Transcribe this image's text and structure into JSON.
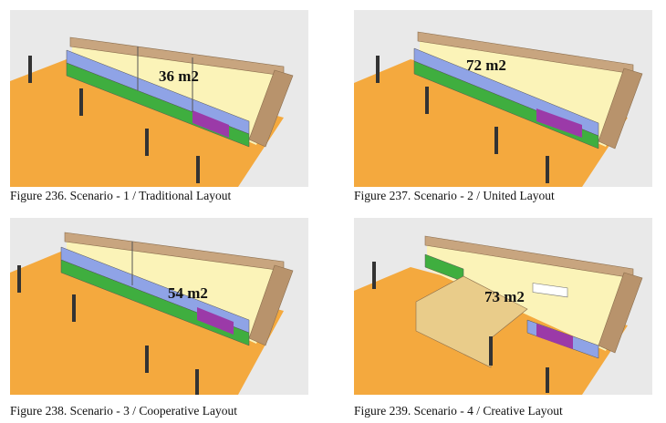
{
  "figures": [
    {
      "caption": "Figure 236. Scenario - 1 / Traditional Layout",
      "area": "36 m2"
    },
    {
      "caption": "Figure 237. Scenario - 2 /  United Layout",
      "area": "72 m2"
    },
    {
      "caption": "Figure 238. Scenario - 3 / Cooperative Layout",
      "area": "54 m2"
    },
    {
      "caption": "Figure 239. Scenario - 4 / Creative Layout",
      "area": "73 m2"
    }
  ],
  "colors": {
    "background": "#e9e9e9",
    "ground": "#f4a93e",
    "floor": "#fbf3b8",
    "brick_wall": "#c8a57f",
    "glass_blue": "#8fa3e6",
    "glass_green": "#3fae3f",
    "glass_purple": "#9b3aa8",
    "partition": "#e9cc8a"
  }
}
